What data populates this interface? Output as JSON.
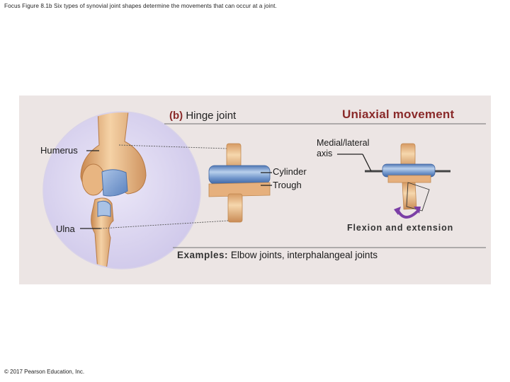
{
  "caption": "Focus Figure 8.1b Six types of synovial joint shapes determine the movements that can occur at a joint.",
  "copyright": "© 2017 Pearson Education, Inc.",
  "diagram": {
    "panel_letter": "(b)",
    "panel_title": "Hinge joint",
    "movement_type": "Uniaxial movement",
    "labels": {
      "humerus": "Humerus",
      "ulna": "Ulna",
      "axis_line1": "Medial/lateral",
      "axis_line2": "axis",
      "cylinder": "Cylinder",
      "trough": "Trough",
      "motion": "Flexion and extension"
    },
    "examples_heading": "Examples:",
    "examples_text": "Elbow joints, interphalangeal joints",
    "colors": {
      "panel_bg": "#ece5e4",
      "circle_bg": "#dcd6f0",
      "bone": "#e9b98a",
      "cartilage": "#6f94c8",
      "title_accent": "#8a2a2a",
      "arrow": "#7b3fa6"
    }
  }
}
